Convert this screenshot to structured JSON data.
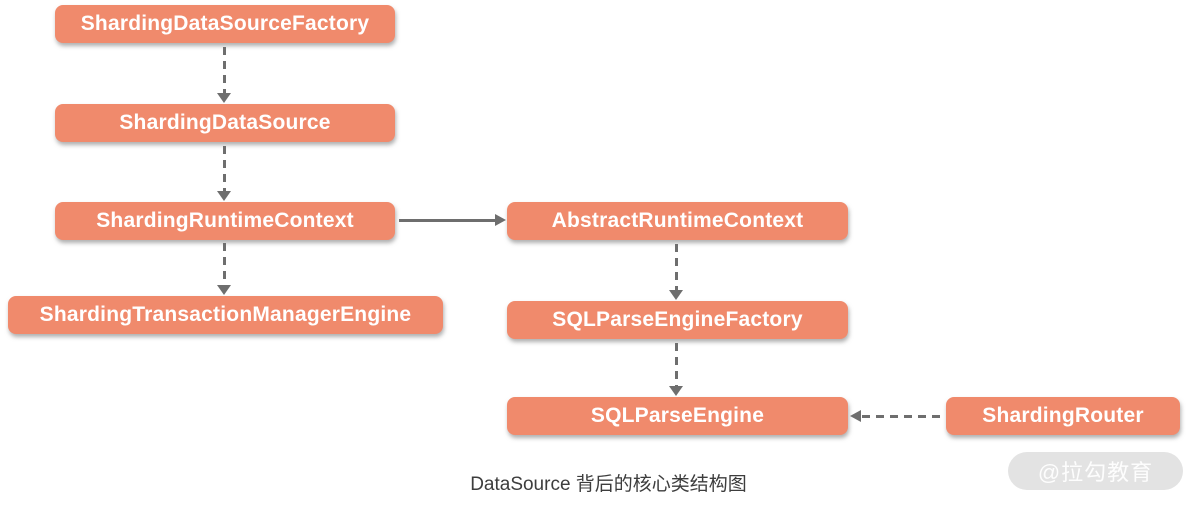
{
  "diagram": {
    "caption": "DataSource 背后的核心类结构图",
    "watermark": "@拉勾教育",
    "colors": {
      "box_fill": "#F08A6C",
      "box_text": "#FFFFFF",
      "arrow": "#6E6E6E",
      "caption_text": "#3D3D3D",
      "watermark_bg": "#E3E3E3",
      "watermark_text": "#FDFDFD"
    },
    "nodes": [
      {
        "id": "sharding-data-source-factory",
        "label": "ShardingDataSourceFactory"
      },
      {
        "id": "sharding-data-source",
        "label": "ShardingDataSource"
      },
      {
        "id": "sharding-runtime-context",
        "label": "ShardingRuntimeContext"
      },
      {
        "id": "sharding-transaction-manager-engine",
        "label": "ShardingTransactionManagerEngine"
      },
      {
        "id": "abstract-runtime-context",
        "label": "AbstractRuntimeContext"
      },
      {
        "id": "sql-parse-engine-factory",
        "label": "SQLParseEngineFactory"
      },
      {
        "id": "sql-parse-engine",
        "label": "SQLParseEngine"
      },
      {
        "id": "sharding-router",
        "label": "ShardingRouter"
      }
    ],
    "edges": [
      {
        "from": "ShardingDataSourceFactory",
        "to": "ShardingDataSource",
        "style": "dashed",
        "direction": "down"
      },
      {
        "from": "ShardingDataSource",
        "to": "ShardingRuntimeContext",
        "style": "dashed",
        "direction": "down"
      },
      {
        "from": "ShardingRuntimeContext",
        "to": "ShardingTransactionManagerEngine",
        "style": "dashed",
        "direction": "down"
      },
      {
        "from": "ShardingRuntimeContext",
        "to": "AbstractRuntimeContext",
        "style": "solid",
        "direction": "right"
      },
      {
        "from": "AbstractRuntimeContext",
        "to": "SQLParseEngineFactory",
        "style": "dashed",
        "direction": "down"
      },
      {
        "from": "SQLParseEngineFactory",
        "to": "SQLParseEngine",
        "style": "dashed",
        "direction": "down"
      },
      {
        "from": "ShardingRouter",
        "to": "SQLParseEngine",
        "style": "dashed",
        "direction": "left"
      }
    ]
  }
}
